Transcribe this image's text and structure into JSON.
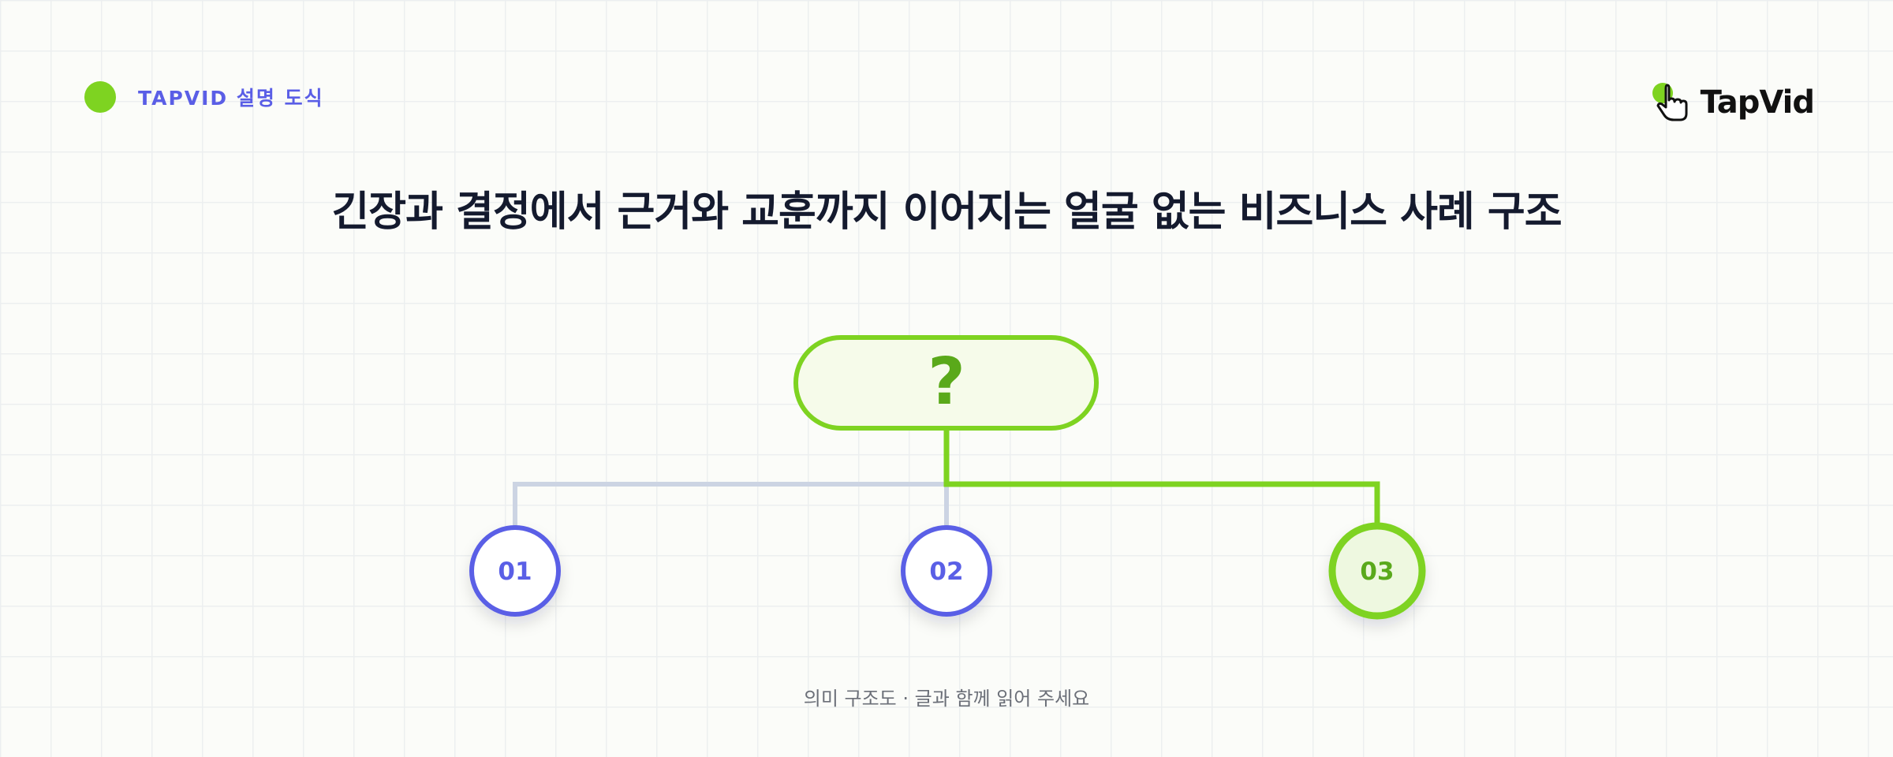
{
  "header": {
    "tag_label": "TAPVID 설명 도식",
    "logo_text": "TapVid"
  },
  "title": "긴장과 결정에서 근거와 교훈까지 이어지는 얼굴 없는 비즈니스 사례 구조",
  "diagram": {
    "root_label": "?",
    "nodes": [
      {
        "label": "01",
        "highlighted": false
      },
      {
        "label": "02",
        "highlighted": false
      },
      {
        "label": "03",
        "highlighted": true
      }
    ]
  },
  "footer_note": "의미 구조도 · 글과 함께 읽어 주세요",
  "colors": {
    "accent_green": "#7ed321",
    "dark_green": "#5aa91a",
    "indigo": "#5a5ee6",
    "connector_gray": "#ccd4e3",
    "title_text": "#141a2e",
    "root_fill": "#f6fbea",
    "highlight_fill": "#eef8e0"
  }
}
